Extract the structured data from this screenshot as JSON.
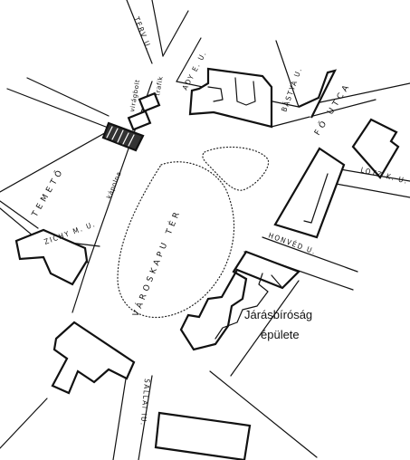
{
  "labels": {
    "terv": "TERV U.",
    "ady": "ADY E. U.",
    "bastya": "BÁSTYA U.",
    "fo_utca": "FŐ UTCA",
    "lotz": "LOTZ K. U.",
    "honved": "HONVÉD U.",
    "varoskapu_ter": "VÁROSKAPU TÉR",
    "temeto": "TEMETŐ",
    "zichy": "ZICHY M. U.",
    "sallai": "SALLAI IU.",
    "virag_bolt": "virágbolt",
    "trafik": "trafik",
    "kapolna": "kápolna"
  },
  "annotation": {
    "line1": "Járásbíróság",
    "line2": "épülete"
  }
}
